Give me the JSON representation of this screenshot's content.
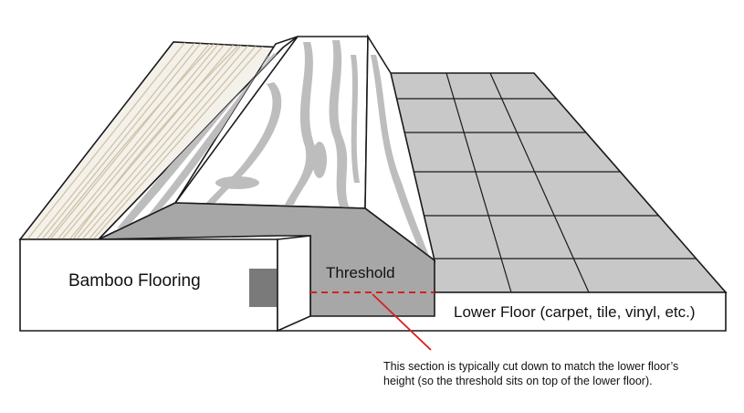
{
  "labels": {
    "bamboo": "Bamboo Flooring",
    "threshold": "Threshold",
    "lower_floor": "Lower Floor (carpet, tile, vinyl, etc.)"
  },
  "note": {
    "line1": "This section is typically cut down to match the lower floor’s",
    "line2": "height (so the threshold sits on top of the lower floor)."
  },
  "colors": {
    "outline": "#1a1a1a",
    "tile_fill": "#c8c8c8",
    "threshold_fill": "#a7a7a7",
    "wood_fill": "#f4f1ea",
    "wood_grain": "#cfc2a8",
    "marble_grain": "#bdbdbd",
    "cut_line": "#d42020"
  }
}
